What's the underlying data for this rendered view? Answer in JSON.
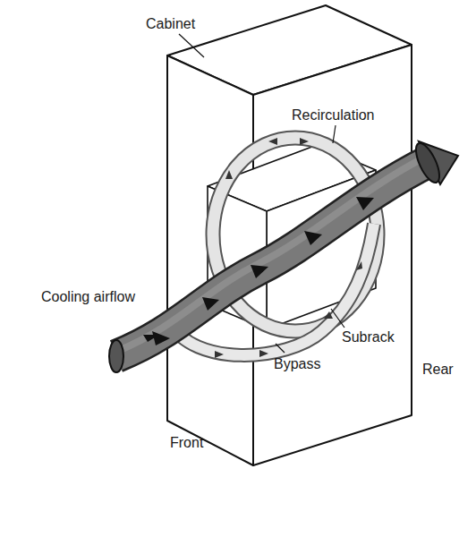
{
  "diagram": {
    "labels": [
      "Cabinet",
      "Recirculation",
      "Cooling airflow",
      "Subrack",
      "Bypass",
      "Front",
      "Rear"
    ]
  }
}
